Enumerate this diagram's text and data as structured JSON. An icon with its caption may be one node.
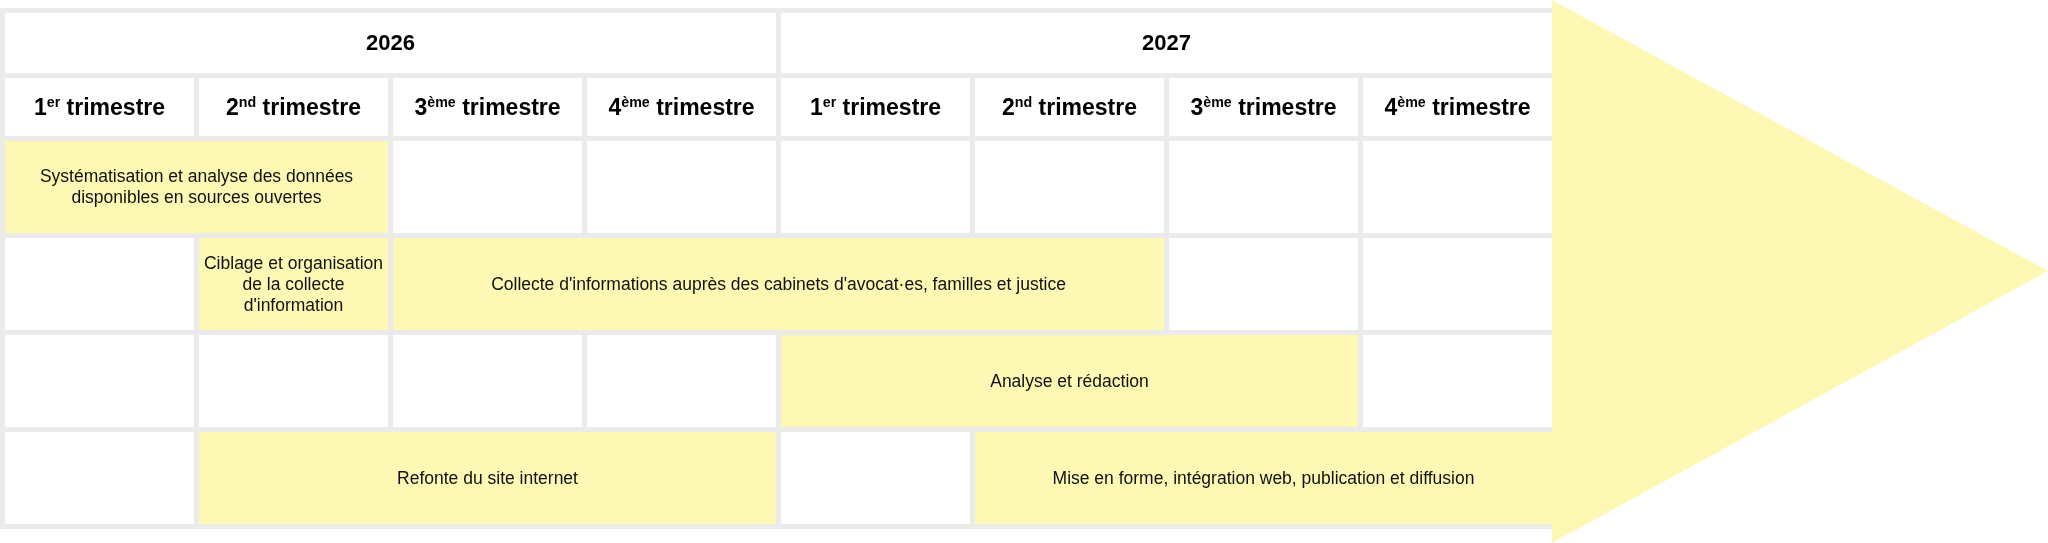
{
  "diagram": {
    "nodes": [
      {
        "text": [
          "Systématisation et analyse des données disponibles en sources ouvertes"
        ]
      },
      {
        "text": [
          "Ciblage et organisation de la collecte d'information"
        ]
      },
      {
        "text": [
          "Collecte d'informations auprès des cabinets d'avocat·es, familles et justice"
        ]
      },
      {
        "text": [
          "Analyse et rédaction"
        ]
      },
      {
        "text": [
          "Refonte du site internet"
        ]
      },
      {
        "text": [
          "Mise en forme, intégration web, publication et diffusion"
        ]
      }
    ],
    "labels": [
      "2026",
      "2027",
      "1$^{er}$ trimestre",
      "2$^{nd}$ trimestre",
      "3$^{ème}$ trimestre",
      "4$^{ème}$ trimestre",
      "1$^{er}$ trimestre",
      "2$^{nd}$ trimestre",
      "3$^{ème}$ trimestre",
      "4$^{ème}$ trimestre"
    ]
  }
}
